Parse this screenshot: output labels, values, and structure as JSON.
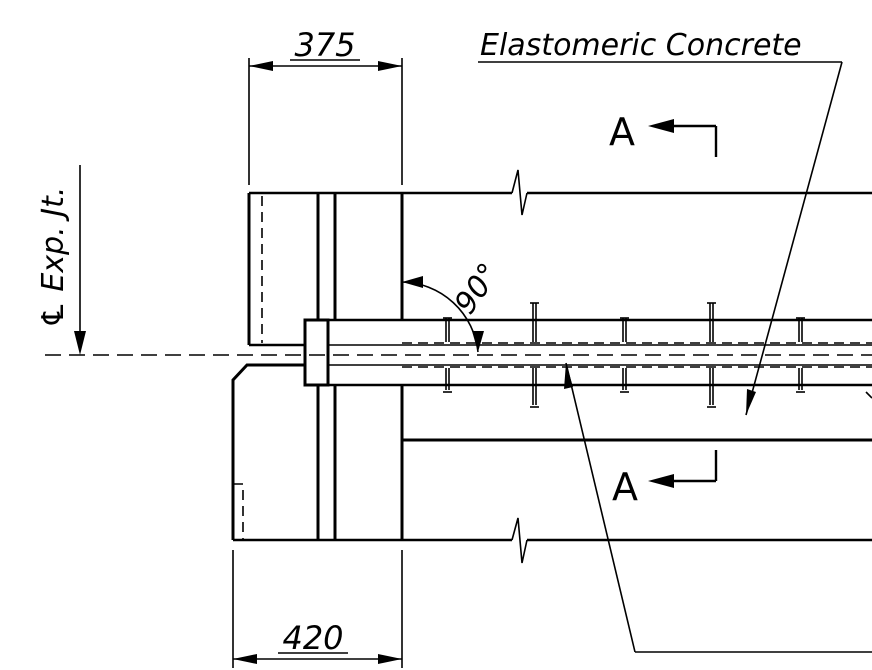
{
  "dimensions": {
    "top_width": "375",
    "bottom_width": "420"
  },
  "notes": {
    "material": "Elastomeric Concrete",
    "angle": "90°",
    "centerline": "℄ Exp. Jt."
  },
  "section_marks": {
    "top": "A",
    "bottom": "A"
  }
}
